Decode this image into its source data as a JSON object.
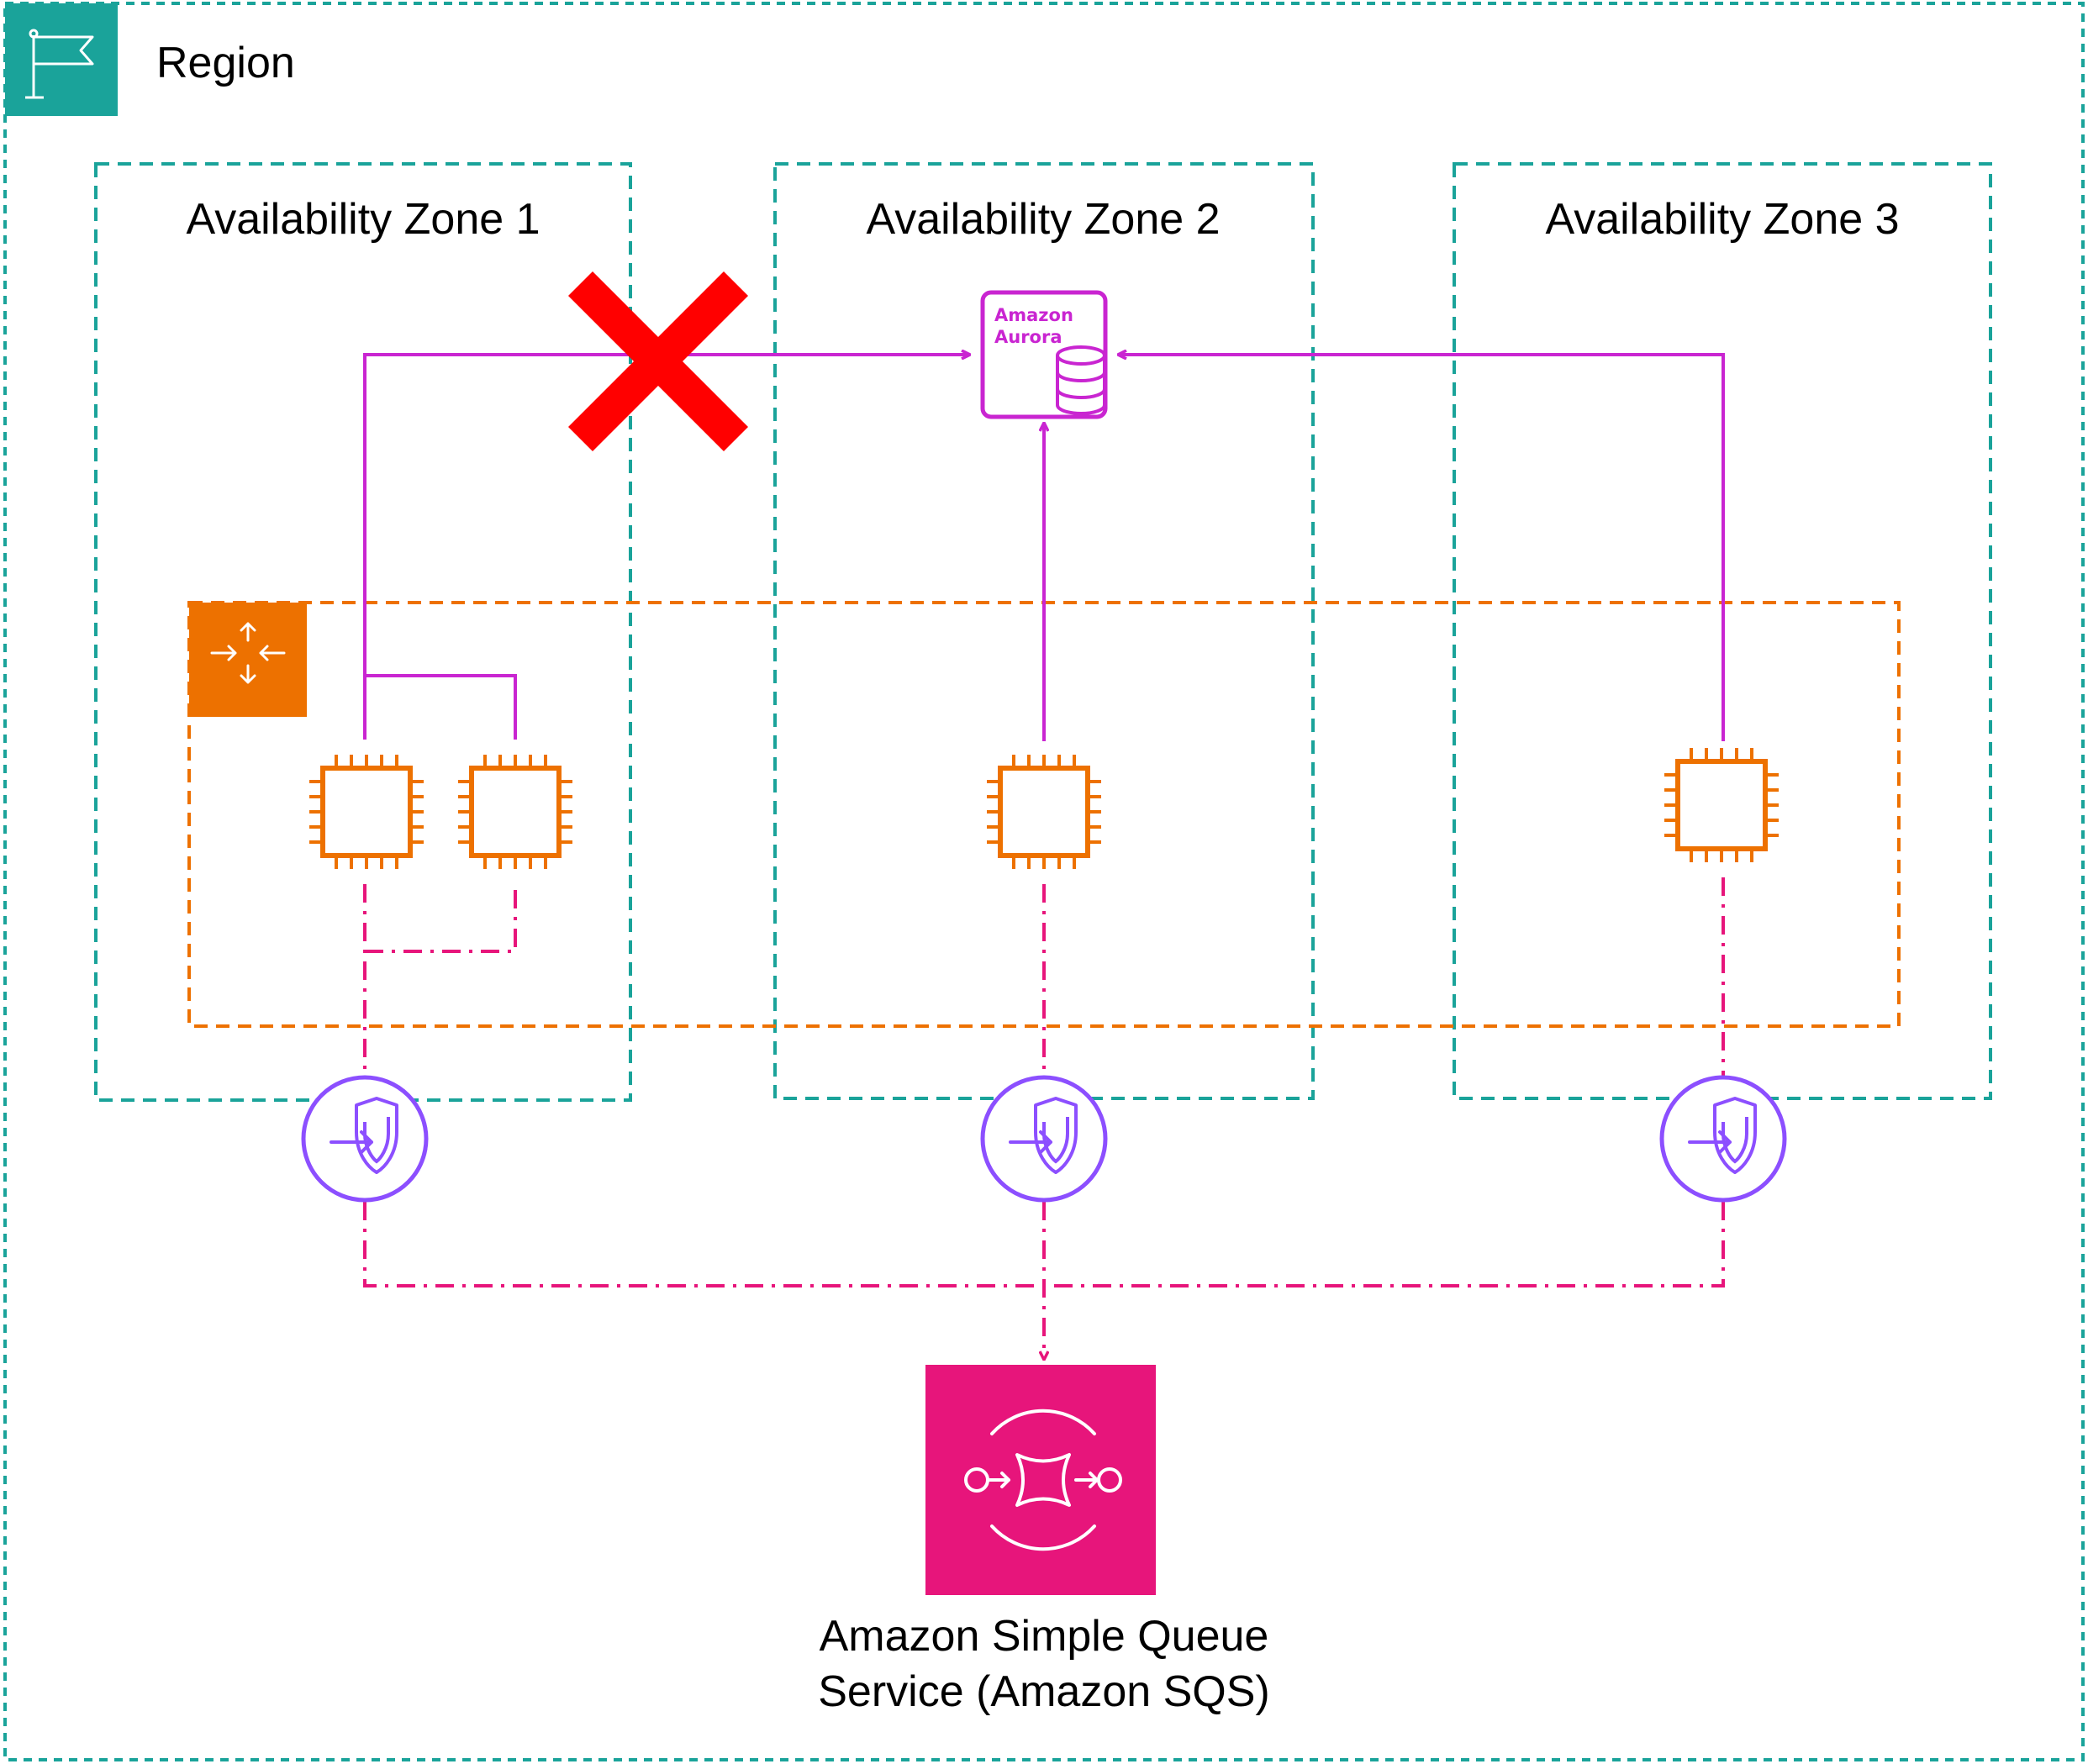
{
  "region": {
    "title": "Region",
    "icon": "flag-icon",
    "border_color": "#1aa39a"
  },
  "availability_zones": [
    {
      "title": "Availability Zone 1"
    },
    {
      "title": "Availability Zone 2"
    },
    {
      "title": "Availability Zone 3"
    }
  ],
  "auto_scaling_group": {
    "icon": "auto-scaling-icon",
    "color": "#ed7100"
  },
  "ec2_instances": {
    "icon": "ec2-instance-icon",
    "color": "#ed7100"
  },
  "aurora": {
    "label_line1": "Amazon",
    "label_line2": "Aurora",
    "icon": "database-icon",
    "color": "#c925d1"
  },
  "vpc_endpoints": {
    "icon": "vpc-endpoint-icon",
    "color": "#8c4fff"
  },
  "sqs": {
    "title_line1": "Amazon Simple Queue",
    "title_line2": "Service (Amazon SQS)",
    "icon": "sqs-queue-icon",
    "color": "#e7157b"
  },
  "failure_marker": {
    "icon": "red-x-icon",
    "color": "#ff0000"
  }
}
